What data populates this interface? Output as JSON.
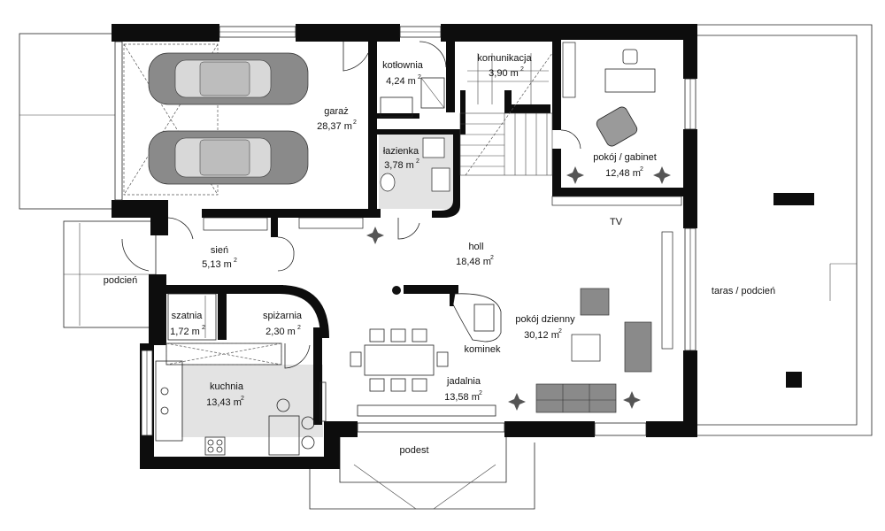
{
  "rooms": [
    {
      "id": "garaz",
      "name": "garaż",
      "area": "28,37 m",
      "sup": "2"
    },
    {
      "id": "kotlownia",
      "name": "kotłownia",
      "area": "4,24 m",
      "sup": "2"
    },
    {
      "id": "komunikacja",
      "name": "komunikacja",
      "area": "3,90 m",
      "sup": "2"
    },
    {
      "id": "gabinet",
      "name": "pokój / gabinet",
      "area": "12,48 m",
      "sup": "2"
    },
    {
      "id": "lazienka",
      "name": "łazienka",
      "area": "3,78 m",
      "sup": "2"
    },
    {
      "id": "sien",
      "name": "sień",
      "area": "5,13 m",
      "sup": "2"
    },
    {
      "id": "holl",
      "name": "holl",
      "area": "18,48 m",
      "sup": "2"
    },
    {
      "id": "szatnia",
      "name": "szatnia",
      "area": "1,72 m",
      "sup": "2"
    },
    {
      "id": "spizarnia",
      "name": "spiżarnia",
      "area": "2,30 m",
      "sup": "2"
    },
    {
      "id": "pokoj_dzienny",
      "name": "pokój dzienny",
      "area": "30,12 m",
      "sup": "2"
    },
    {
      "id": "kuchnia",
      "name": "kuchnia",
      "area": "13,43 m",
      "sup": "2"
    },
    {
      "id": "jadalnia",
      "name": "jadalnia",
      "area": "13,58 m",
      "sup": "2"
    }
  ],
  "labels": {
    "podcien": "podcień",
    "taras": "taras / podcień",
    "podest": "podest",
    "kominek": "kominek",
    "tv": "TV"
  }
}
